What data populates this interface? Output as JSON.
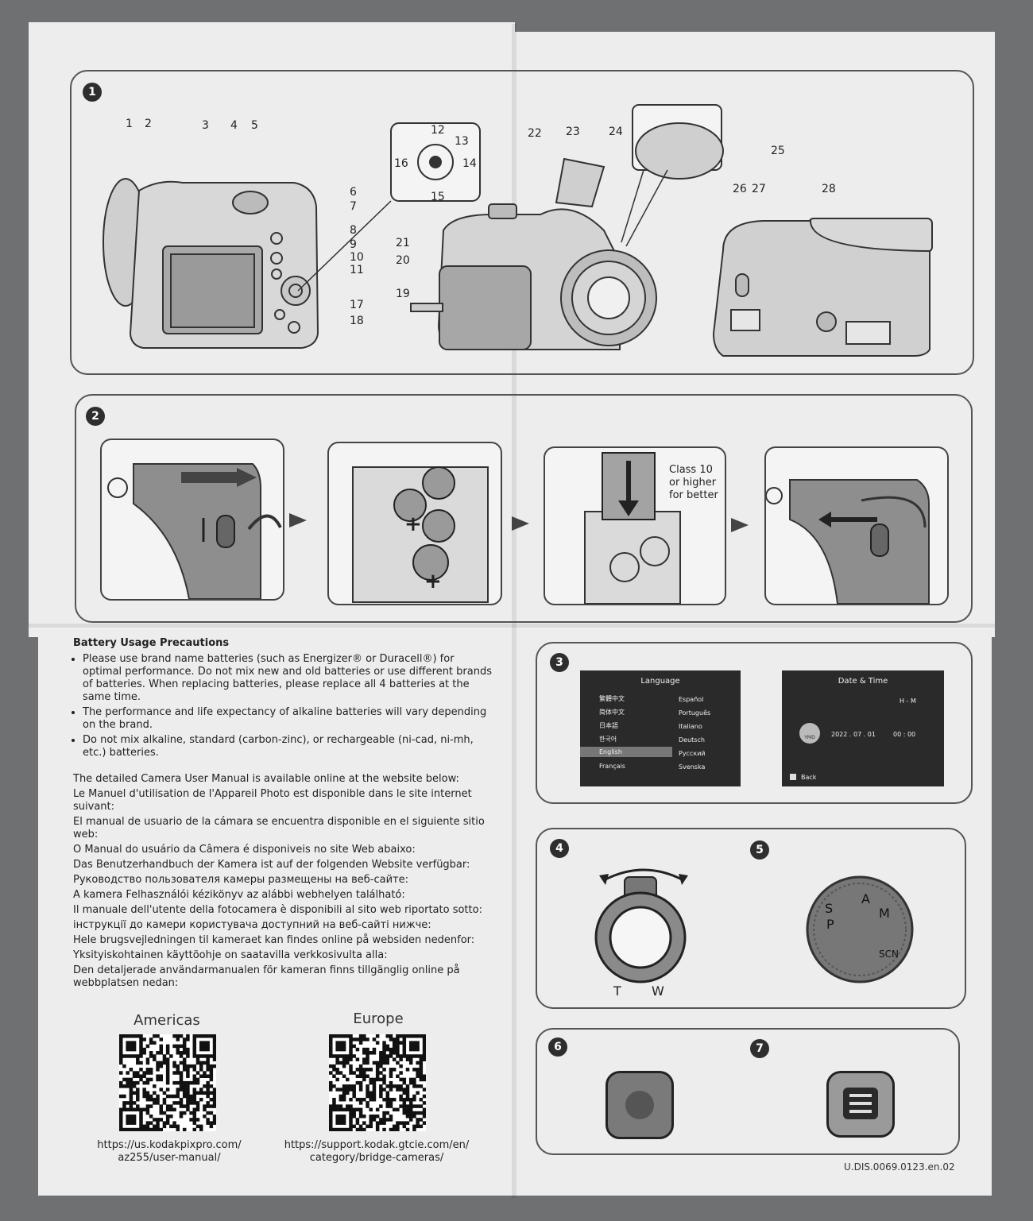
{
  "step_numbers": [
    "1",
    "2",
    "3",
    "4",
    "5",
    "6",
    "7"
  ],
  "part_labels": [
    "1",
    "2",
    "3",
    "4",
    "5",
    "6",
    "7",
    "8",
    "9",
    "10",
    "11",
    "12",
    "13",
    "14",
    "15",
    "16",
    "17",
    "18",
    "19",
    "20",
    "21",
    "22",
    "23",
    "24",
    "25",
    "26",
    "27",
    "28"
  ],
  "sd_card_note": [
    "Class 10",
    "or higher",
    "for better"
  ],
  "precautions": {
    "heading": "Battery Usage Precautions",
    "items": [
      "Please use brand name batteries (such as Energizer® or Duracell®) for optimal performance. Do not mix new and old batteries or use different brands of batteries. When replacing batteries, please replace all 4 batteries at the same time.",
      "The performance and life expectancy of alkaline batteries will vary depending on the brand.",
      "Do not mix alkaline, standard (carbon-zinc), or rechargeable (ni-cad, ni-mh, etc.) batteries."
    ]
  },
  "manual_lines": [
    "The detailed Camera User Manual is available online at the website below:",
    "Le Manuel d'utilisation de l'Appareil Photo est disponible dans le site internet suivant:",
    "El manual de usuario de la cámara se encuentra disponible en el siguiente sitio web:",
    "O Manual do usuário da Câmera é disponiveis no site Web abaixo:",
    "Das Benutzerhandbuch der Kamera ist auf der folgenden Website verfügbar:",
    "Руководство пользователя камеры размещены на веб-сайте:",
    "A kamera Felhasználói kézikönyv az alábbi webhelyen található:",
    "Il manuale dell'utente della fotocamera è disponibili al sito web riportato sotto:",
    "інструкції до камери користувача доступний на веб-сайті нижче:",
    "Hele brugsvejledningen til kameraet kan findes online på websiden nedenfor:",
    "Yksityiskohtainen käyttöohje on saatavilla verkkosivulta alla:",
    "Den detaljerade användarmanualen för kameran finns tillgänglig online på webbplatsen nedan:"
  ],
  "regions": [
    {
      "name": "Americas",
      "url": "https://us.kodakpixpro.com/ az255/user-manual/"
    },
    {
      "name": "Europe",
      "url": "https://support.kodak.gtcie.com/en/ category/bridge-cameras/"
    }
  ],
  "language_screen": {
    "title": "Language",
    "left": [
      "繁體中文",
      "简体中文",
      "日本語",
      "한국어",
      "English",
      "Français"
    ],
    "right": [
      "Español",
      "Português",
      "Italiano",
      "Deutsch",
      "Русский",
      "Svenska"
    ],
    "selected": "English"
  },
  "date_screen": {
    "title": "Date & Time",
    "format": "H - M",
    "date": "2022 . 07 . 01",
    "time": "00 : 00",
    "badge": "YMD",
    "back": "Back"
  },
  "zoom_labels": {
    "tele": "T",
    "wide": "W"
  },
  "mode_dial_letters": [
    "S",
    "P",
    "A",
    "M",
    "SCN"
  ],
  "doc_code": "U.DIS.0069.0123.en.02"
}
